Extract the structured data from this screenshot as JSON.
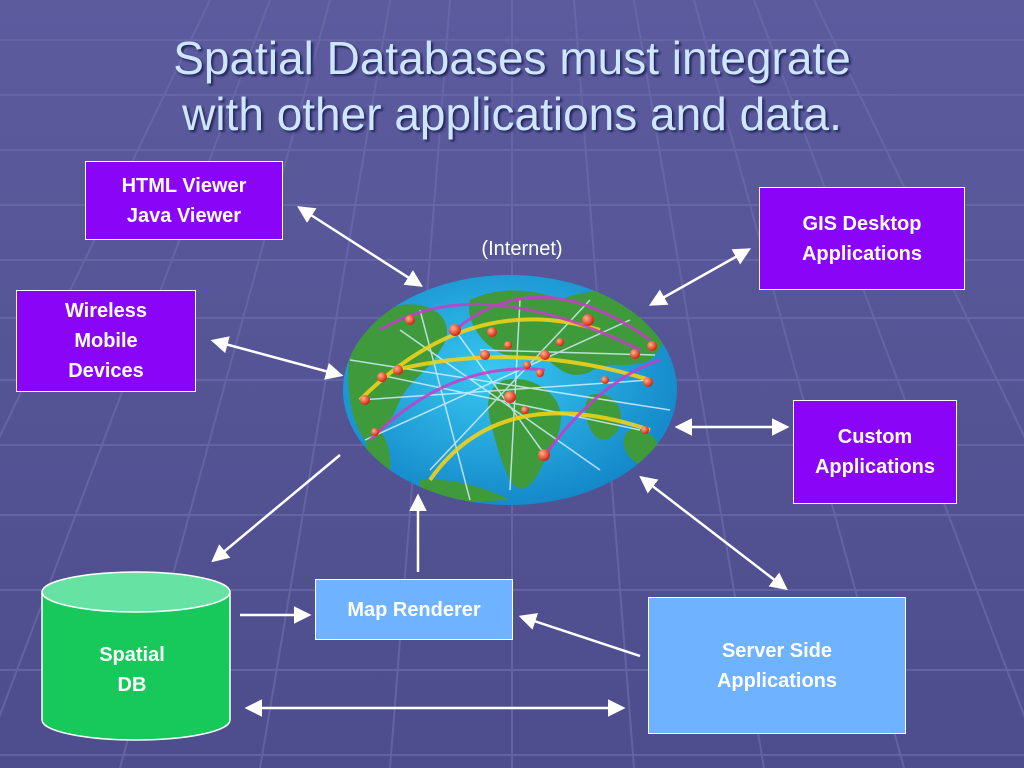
{
  "title": {
    "line1": "Spatial Databases must integrate",
    "line2": "with other applications and data."
  },
  "internet_label": "(Internet)",
  "nodes": {
    "html_viewer": {
      "line1": "HTML Viewer",
      "line2": "Java Viewer"
    },
    "gis_desktop": {
      "line1": "GIS Desktop",
      "line2": "Applications"
    },
    "wireless": {
      "line1": "Wireless",
      "line2": "Mobile",
      "line3": "Devices"
    },
    "custom_apps": {
      "line1": "Custom",
      "line2": "Applications"
    },
    "map_renderer": {
      "line1": "Map Renderer"
    },
    "server_side": {
      "line1": "Server Side",
      "line2": "Applications"
    },
    "spatial_db": {
      "line1": "Spatial",
      "line2": "DB"
    }
  },
  "colors": {
    "background": "#5a5a9a",
    "title": "#cfe6ff",
    "purple_box": "#8a05f7",
    "blue_box": "#6fb2ff",
    "database": "#17c85a",
    "database_top": "#66e3a3",
    "arrow": "#ffffff"
  }
}
